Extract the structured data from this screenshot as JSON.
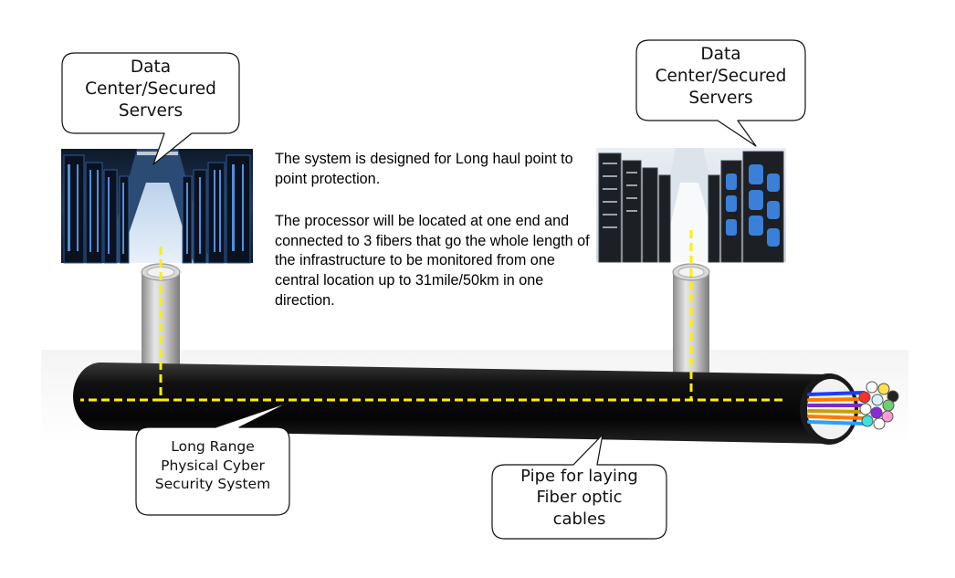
{
  "callouts": {
    "data_center_left": [
      "Data",
      "Center/Secured",
      "Servers"
    ],
    "data_center_right": [
      "Data",
      "Center/Secured",
      "Servers"
    ],
    "cyber_system": [
      "Long Range",
      "Physical Cyber",
      "Security System"
    ],
    "pipe": [
      "Pipe for laying",
      "Fiber optic",
      "cables"
    ]
  },
  "description": {
    "paragraph1": "The system is designed for Long haul point to point protection.",
    "paragraph2": "The processor will be located at one end and connected to 3 fibers that go the whole length of the infrastructure to be monitored from one central location up to 31mile/50km in one direction."
  },
  "colors": {
    "fiber_line": "#ffee00",
    "pipe": "#0a0a0a",
    "conduit": "#b8b8b8",
    "server_glow": "#3a7fd8"
  },
  "icons": [
    "server-room-image",
    "fiber-bundle"
  ]
}
